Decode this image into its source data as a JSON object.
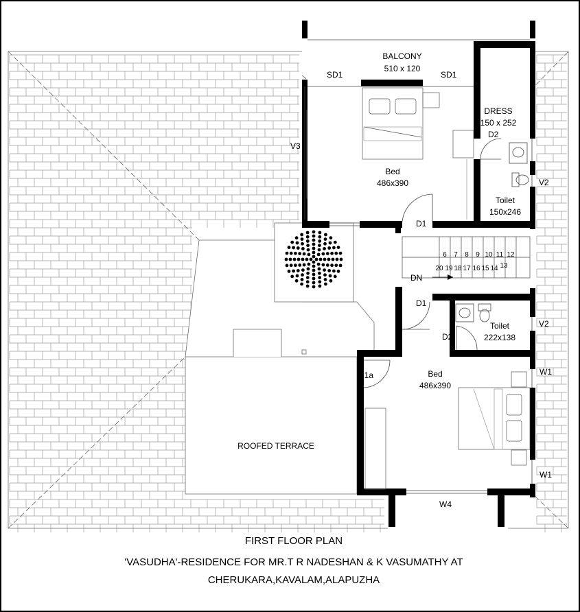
{
  "rooms": {
    "balcony": {
      "name": "BALCONY",
      "size": "510 x 120"
    },
    "dress": {
      "name": "DRESS",
      "size": "150 x 252"
    },
    "bed1": {
      "name": "Bed",
      "size": "486x390"
    },
    "toilet1": {
      "name": "Toilet",
      "size": "150x246"
    },
    "toilet2": {
      "name": "Toilet",
      "size": "222x138"
    },
    "bed2": {
      "name": "Bed",
      "size": "486x390"
    },
    "terrace": {
      "name": "ROOFED TERRACE"
    }
  },
  "labels": {
    "sd1_left": "SD1",
    "sd1_right": "SD1",
    "v3": "V3",
    "d2_top": "D2",
    "v2_top": "V2",
    "d1_top": "D1",
    "dn": "DN",
    "d1_mid": "D1",
    "d2_mid": "D2",
    "v2_mid": "V2",
    "d1a": "D1a",
    "w1_top": "W1",
    "w1_bottom": "W1",
    "w4": "W4"
  },
  "stair_steps_top": [
    "6",
    "7",
    "8",
    "9",
    "10",
    "11",
    "12"
  ],
  "stair_steps_bottom": [
    "20",
    "19",
    "18",
    "17",
    "16",
    "15",
    "14",
    "13"
  ],
  "titles": {
    "plan": "FIRST FLOOR PLAN",
    "line1": "'VASUDHA'-RESIDENCE FOR MR.T R NADESHAN & K VASUMATHY AT",
    "line2": "CHERUKARA,KAVALAM,ALAPUZHA"
  }
}
